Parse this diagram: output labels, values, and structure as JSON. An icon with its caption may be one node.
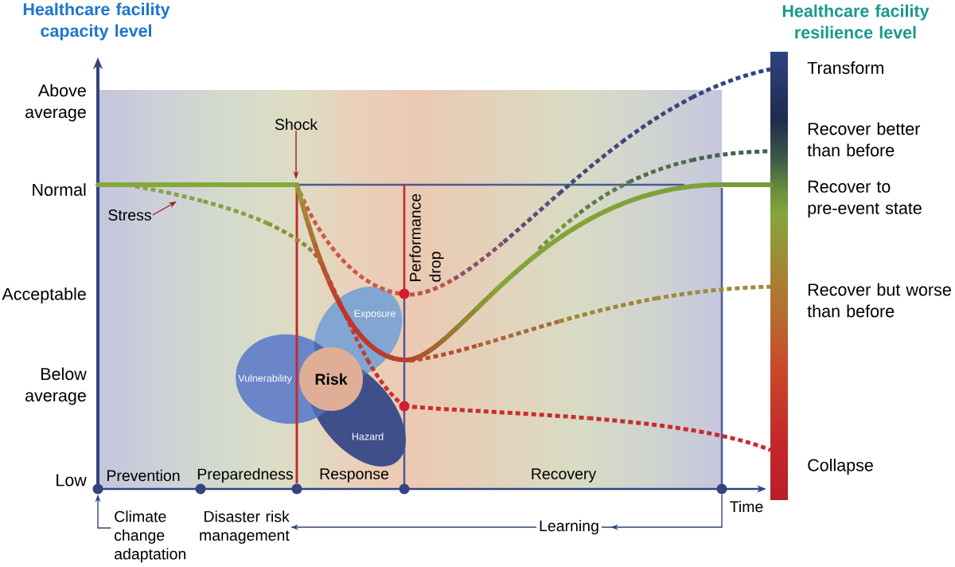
{
  "diagram": {
    "nodes": [
      {
        "text": [
          "Shock"
        ]
      },
      {
        "text": [
          "Stress"
        ]
      },
      {
        "text": [
          "Exposure"
        ]
      },
      {
        "text": [
          "Vulnerability"
        ]
      },
      {
        "text": [
          "Risk"
        ]
      },
      {
        "text": [
          "Hazard"
        ]
      },
      {
        "text": [],
        "shape": "circle"
      },
      {
        "text": [],
        "shape": "circle"
      },
      {
        "text": [],
        "shape": "circle"
      },
      {
        "text": [],
        "shape": "circle"
      },
      {
        "text": [],
        "shape": "circle"
      },
      {
        "text": [
          "Climate change adaptation"
        ]
      },
      {
        "text": [
          "Disaster risk management"
        ]
      }
    ],
    "edges": [
      {
        "from": 0,
        "to": null,
        "arrow": "to",
        "color": "#9b1b1b"
      },
      {
        "from": 1,
        "to": null,
        "arrow": "to",
        "color": "#9b1b1b"
      },
      {
        "from": 11,
        "to": 6,
        "arrow": "to",
        "color": "#33447f"
      },
      {
        "from": 10,
        "to": 12,
        "arrow": "to",
        "label": "Learning",
        "color": "#33447f"
      }
    ],
    "labels": [
      "Healthcare facility capacity level",
      "Healthcare facility resilience level",
      "Above average",
      "Transform",
      "Recover better than before",
      "Normal",
      "Recover to pre-event state",
      "Performance drop",
      "Acceptable",
      "Recover but worse than before",
      "Below average",
      "Collapse",
      "Low",
      "Prevention",
      "Preparedness",
      "Response",
      "Recovery",
      "Time"
    ]
  }
}
